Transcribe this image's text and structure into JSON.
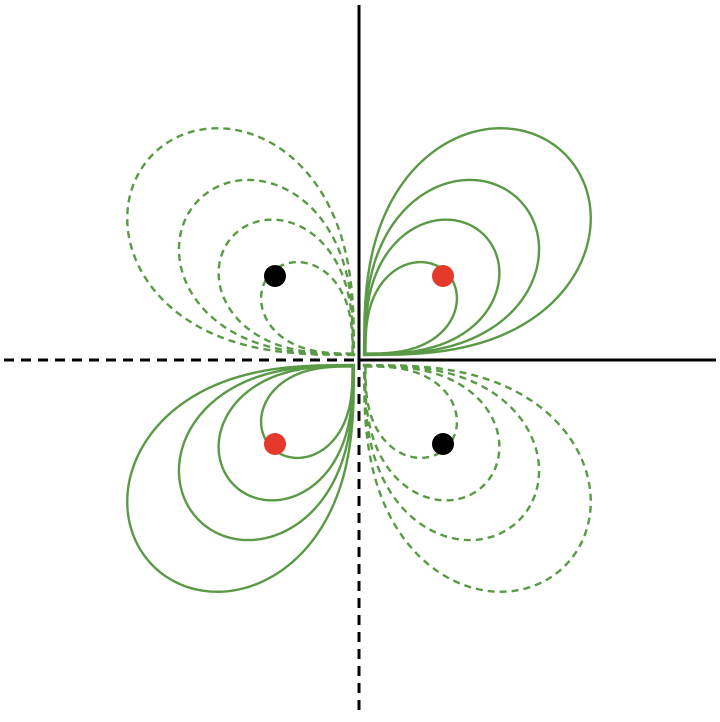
{
  "diagram": {
    "colors": {
      "contour": "#5a9a46",
      "axis": "#000000",
      "positive_charge": "#e53a2b",
      "negative_charge": "#000000",
      "background": "#ffffff"
    },
    "lobes": [
      {
        "quadrant": "top-left",
        "line_style": "dashed",
        "contour_count": 4
      },
      {
        "quadrant": "top-right",
        "line_style": "solid",
        "contour_count": 4
      },
      {
        "quadrant": "bottom-left",
        "line_style": "solid",
        "contour_count": 4
      },
      {
        "quadrant": "bottom-right",
        "line_style": "dashed",
        "contour_count": 4
      }
    ],
    "charges": [
      {
        "quadrant": "top-left",
        "sign": "negative"
      },
      {
        "quadrant": "top-right",
        "sign": "positive"
      },
      {
        "quadrant": "bottom-left",
        "sign": "positive"
      },
      {
        "quadrant": "bottom-right",
        "sign": "negative"
      }
    ],
    "axes": {
      "top": "solid",
      "right": "solid",
      "bottom": "dashed",
      "left": "dashed"
    }
  }
}
